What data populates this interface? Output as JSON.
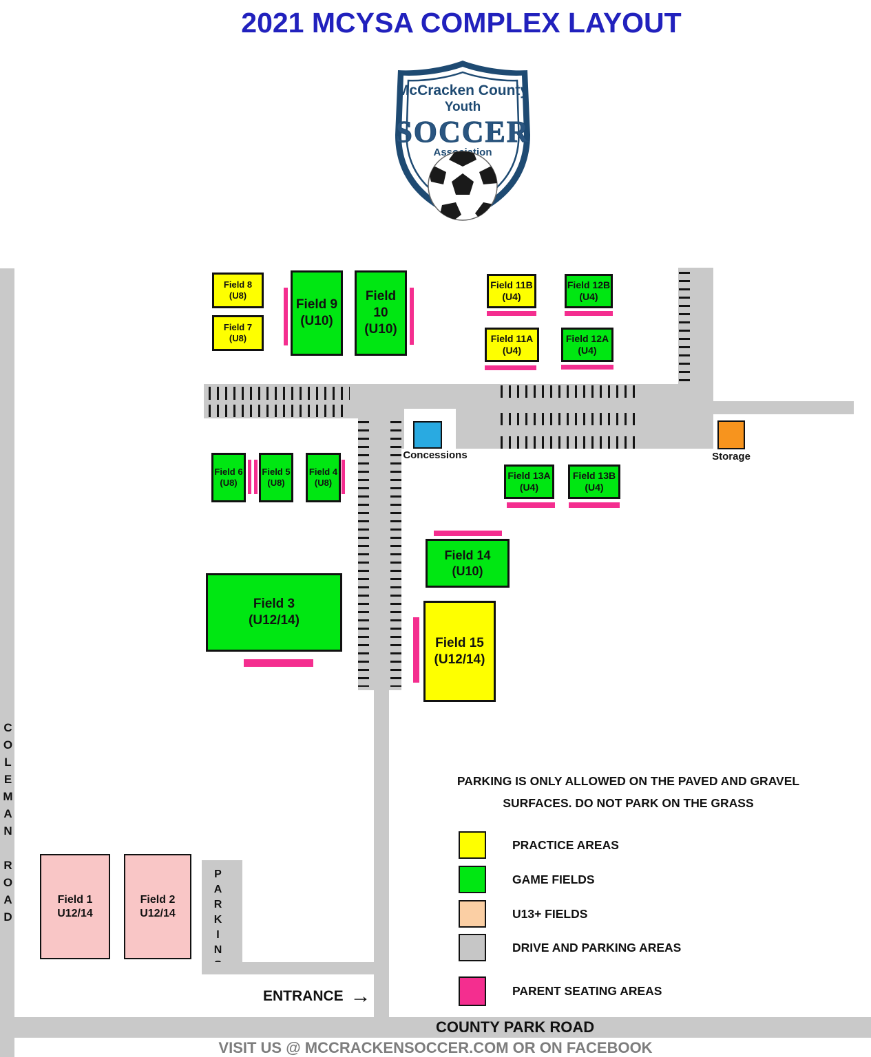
{
  "title": "2021 MCYSA COMPLEX LAYOUT",
  "logo": {
    "line1": "McCracken County",
    "line2": "Youth",
    "line3": "SOCCER",
    "line4": "Association"
  },
  "roads": {
    "coleman": "COLEMAN ROAD",
    "county": "COUNTY PARK ROAD",
    "parking": "PARKING",
    "entrance": "ENTRANCE"
  },
  "icons": {
    "entrance_arrow": "→"
  },
  "facilities": {
    "concessions": "Concessions",
    "storage": "Storage"
  },
  "notice": {
    "line1": "PARKING IS ONLY ALLOWED ON THE PAVED AND GRAVEL",
    "line2": "SURFACES. DO NOT PARK ON THE GRASS"
  },
  "legend": {
    "items": [
      {
        "label": "PRACTICE AREAS",
        "color": "#feff00"
      },
      {
        "label": "GAME FIELDS",
        "color": "#00e712"
      },
      {
        "label": "U13+ FIELDS",
        "color": "#fbcfa4"
      },
      {
        "label": "DRIVE AND PARKING AREAS",
        "color": "#c6c6c6"
      },
      {
        "label": "PARENT SEATING AREAS",
        "color": "#f42e8f"
      }
    ]
  },
  "fields": {
    "f1": {
      "name": "Field 1",
      "age": "U12/14",
      "type": "u13plus"
    },
    "f2": {
      "name": "Field 2",
      "age": "U12/14",
      "type": "u13plus"
    },
    "f3": {
      "name": "Field 3",
      "age": "(U12/14)",
      "type": "game"
    },
    "f4": {
      "name": "Field 4",
      "age": "(U8)",
      "type": "game"
    },
    "f5": {
      "name": "Field 5",
      "age": "(U8)",
      "type": "game"
    },
    "f6": {
      "name": "Field 6",
      "age": "(U8)",
      "type": "game"
    },
    "f7": {
      "name": "Field 7",
      "age": "(U8)",
      "type": "practice"
    },
    "f8": {
      "name": "Field 8",
      "age": "(U8)",
      "type": "practice"
    },
    "f9": {
      "name": "Field 9",
      "age": "(U10)",
      "type": "game"
    },
    "f10": {
      "name": "Field 10",
      "age": "(U10)",
      "type": "game"
    },
    "f11a": {
      "name": "Field 11A",
      "age": "(U4)",
      "type": "practice"
    },
    "f11b": {
      "name": "Field 11B",
      "age": "(U4)",
      "type": "practice"
    },
    "f12a": {
      "name": "Field 12A",
      "age": "(U4)",
      "type": "game"
    },
    "f12b": {
      "name": "Field 12B",
      "age": "(U4)",
      "type": "game"
    },
    "f13a": {
      "name": "Field 13A",
      "age": "(U4)",
      "type": "game"
    },
    "f13b": {
      "name": "Field 13B",
      "age": "(U4)",
      "type": "game"
    },
    "f14": {
      "name": "Field 14",
      "age": "(U10)",
      "type": "game"
    },
    "f15": {
      "name": "Field 15",
      "age": "(U12/14)",
      "type": "practice"
    }
  },
  "footer": "VISIT US  @ MCCRACKENSOCCER.COM OR ON FACEBOOK",
  "colors": {
    "title_blue": "#2121bd",
    "road_gray": "#c9c9c9",
    "concessions_blue": "#29aae1",
    "storage_orange": "#f7941e",
    "parent_seating_pink": "#f42e8f",
    "logo_navy": "#1e4a72"
  }
}
